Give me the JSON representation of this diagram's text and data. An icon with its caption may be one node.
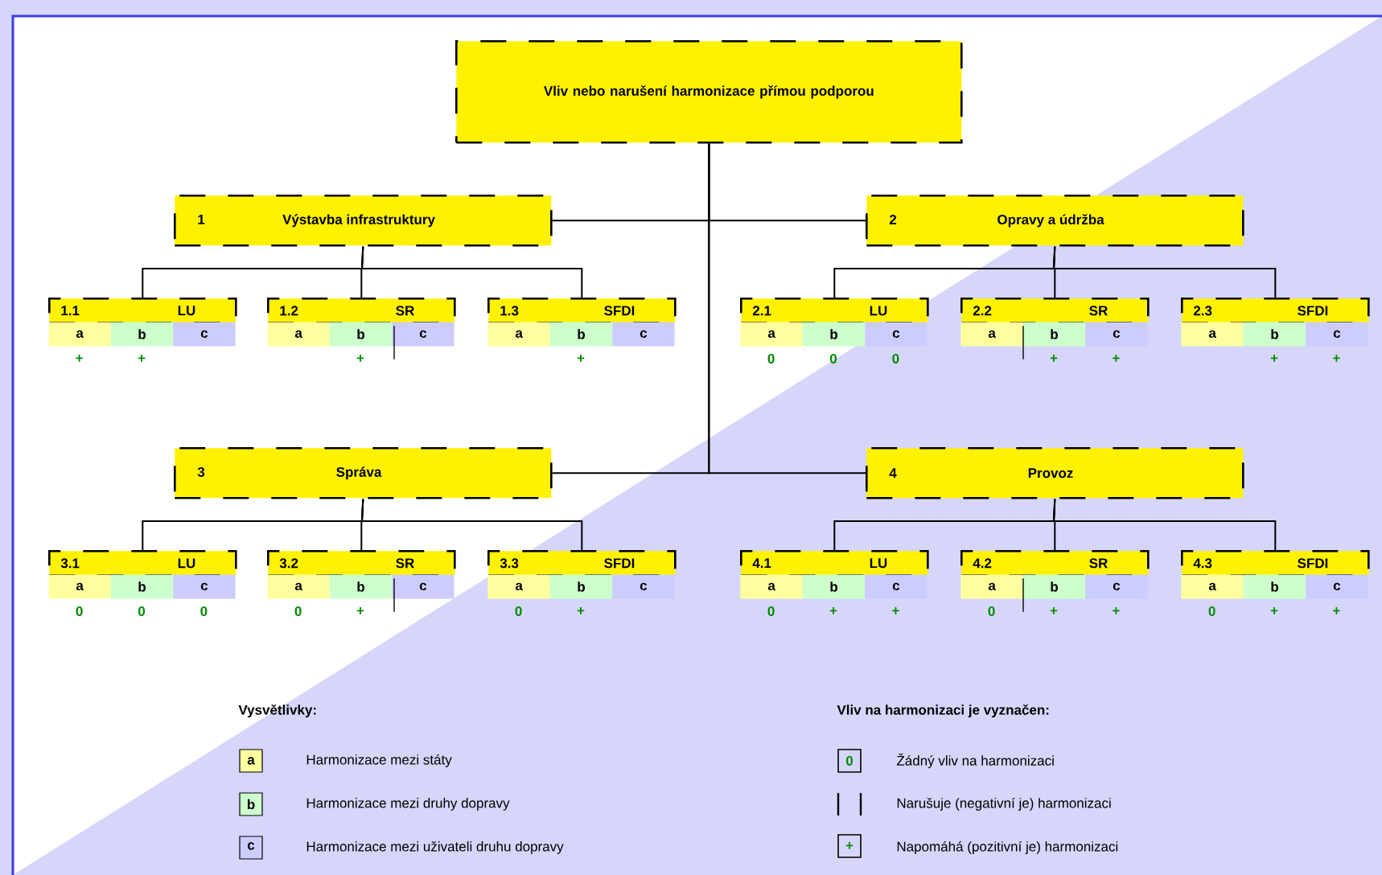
{
  "diagram": {
    "nodes": [
      {
        "text": [
          "Vliv nebo narušení harmonizace přímou podporou"
        ]
      },
      {
        "text": [
          "1",
          "Výstavba infrastruktury"
        ]
      },
      {
        "text": [
          "2",
          "Opravy a údržba"
        ]
      },
      {
        "text": [
          "3",
          "Správa"
        ]
      },
      {
        "text": [
          "4",
          "Provoz"
        ]
      },
      {
        "text": [
          "1.1",
          "LU"
        ]
      },
      {
        "text": [
          "a"
        ],
        "beside": [
          "+"
        ]
      },
      {
        "text": [
          "b"
        ],
        "beside": [
          "+"
        ]
      },
      {
        "text": [
          "c"
        ]
      },
      {
        "text": [
          "1.2",
          "SR"
        ]
      },
      {
        "text": [
          "a"
        ]
      },
      {
        "text": [
          "b"
        ],
        "beside": [
          "+"
        ]
      },
      {
        "text": [
          "c"
        ]
      },
      {
        "text": [
          "1.3",
          "SFDI"
        ]
      },
      {
        "text": [
          "a"
        ]
      },
      {
        "text": [
          "b"
        ],
        "beside": [
          "+"
        ]
      },
      {
        "text": [
          "c"
        ]
      },
      {
        "text": [
          "2.1",
          "LU"
        ]
      },
      {
        "text": [
          "a"
        ],
        "beside": [
          "0"
        ]
      },
      {
        "text": [
          "b"
        ],
        "beside": [
          "0"
        ]
      },
      {
        "text": [
          "c"
        ],
        "beside": [
          "0"
        ]
      },
      {
        "text": [
          "2.2",
          "SR"
        ]
      },
      {
        "text": [
          "a"
        ]
      },
      {
        "text": [
          "b"
        ],
        "beside": [
          "+"
        ]
      },
      {
        "text": [
          "c"
        ],
        "beside": [
          "+"
        ]
      },
      {
        "text": [
          "2.3",
          "SFDI"
        ]
      },
      {
        "text": [
          "a"
        ]
      },
      {
        "text": [
          "b"
        ],
        "beside": [
          "+"
        ]
      },
      {
        "text": [
          "c"
        ],
        "beside": [
          "+"
        ]
      },
      {
        "text": [
          "3.1",
          "LU"
        ]
      },
      {
        "text": [
          "a"
        ],
        "beside": [
          "0"
        ]
      },
      {
        "text": [
          "b"
        ],
        "beside": [
          "0"
        ]
      },
      {
        "text": [
          "c"
        ],
        "beside": [
          "0"
        ]
      },
      {
        "text": [
          "3.2",
          "SR"
        ]
      },
      {
        "text": [
          "a"
        ],
        "beside": [
          "0"
        ]
      },
      {
        "text": [
          "b"
        ],
        "beside": [
          "+"
        ]
      },
      {
        "text": [
          "c"
        ]
      },
      {
        "text": [
          "3.3",
          "SFDI"
        ]
      },
      {
        "text": [
          "a"
        ],
        "beside": [
          "0"
        ]
      },
      {
        "text": [
          "b"
        ],
        "beside": [
          "+"
        ]
      },
      {
        "text": [
          "c"
        ]
      },
      {
        "text": [
          "4.1",
          "LU"
        ]
      },
      {
        "text": [
          "a"
        ],
        "beside": [
          "0"
        ]
      },
      {
        "text": [
          "b"
        ],
        "beside": [
          "+"
        ]
      },
      {
        "text": [
          "c"
        ],
        "beside": [
          "+"
        ]
      },
      {
        "text": [
          "4.2",
          "SR"
        ]
      },
      {
        "text": [
          "a"
        ],
        "beside": [
          "0"
        ]
      },
      {
        "text": [
          "b"
        ],
        "beside": [
          "+"
        ]
      },
      {
        "text": [
          "c"
        ],
        "beside": [
          "+"
        ]
      },
      {
        "text": [
          "4.3",
          "SFDI"
        ]
      },
      {
        "text": [
          "a"
        ],
        "beside": [
          "0"
        ]
      },
      {
        "text": [
          "b"
        ],
        "beside": [
          "+"
        ]
      },
      {
        "text": [
          "c"
        ],
        "beside": [
          "+"
        ]
      }
    ],
    "edges": [
      {
        "from": 0,
        "to": 1,
        "arrow": "none"
      },
      {
        "from": 0,
        "to": 2,
        "arrow": "none"
      },
      {
        "from": 0,
        "to": 3,
        "arrow": "none"
      },
      {
        "from": 0,
        "to": 4,
        "arrow": "none"
      },
      {
        "from": 1,
        "to": 5,
        "arrow": "none"
      },
      {
        "from": 1,
        "to": 9,
        "arrow": "none"
      },
      {
        "from": 1,
        "to": 13,
        "arrow": "none"
      },
      {
        "from": 2,
        "to": 17,
        "arrow": "none"
      },
      {
        "from": 2,
        "to": 21,
        "arrow": "none"
      },
      {
        "from": 2,
        "to": 25,
        "arrow": "none"
      },
      {
        "from": 3,
        "to": 29,
        "arrow": "none"
      },
      {
        "from": 3,
        "to": 33,
        "arrow": "none"
      },
      {
        "from": 3,
        "to": 37,
        "arrow": "none"
      },
      {
        "from": 4,
        "to": 41,
        "arrow": "none"
      },
      {
        "from": 4,
        "to": 45,
        "arrow": "none"
      },
      {
        "from": 4,
        "to": 49,
        "arrow": "none"
      }
    ],
    "labels": [
      "|",
      "|",
      "|",
      "|",
      "Vysvětlivky:",
      "Vliv na harmonizaci je vyznačen:",
      "a",
      "0",
      "b",
      "c",
      "+"
    ],
    "legend": [
      {
        "text": "Harmonizace mezi státy",
        "color": "#ffffa0"
      },
      {
        "text": "Harmonizace mezi druhy dopravy",
        "color": "#ccffcc"
      },
      {
        "text": "Harmonizace mezi uživateli druhu dopravy",
        "color": "#ccccff"
      },
      {
        "text": "Žádný vliv na harmonizaci"
      },
      {
        "text": "Narušuje (negativní je) harmonizaci"
      },
      {
        "text": "Napomáhá (pozitivní je) harmonizaci"
      }
    ]
  }
}
